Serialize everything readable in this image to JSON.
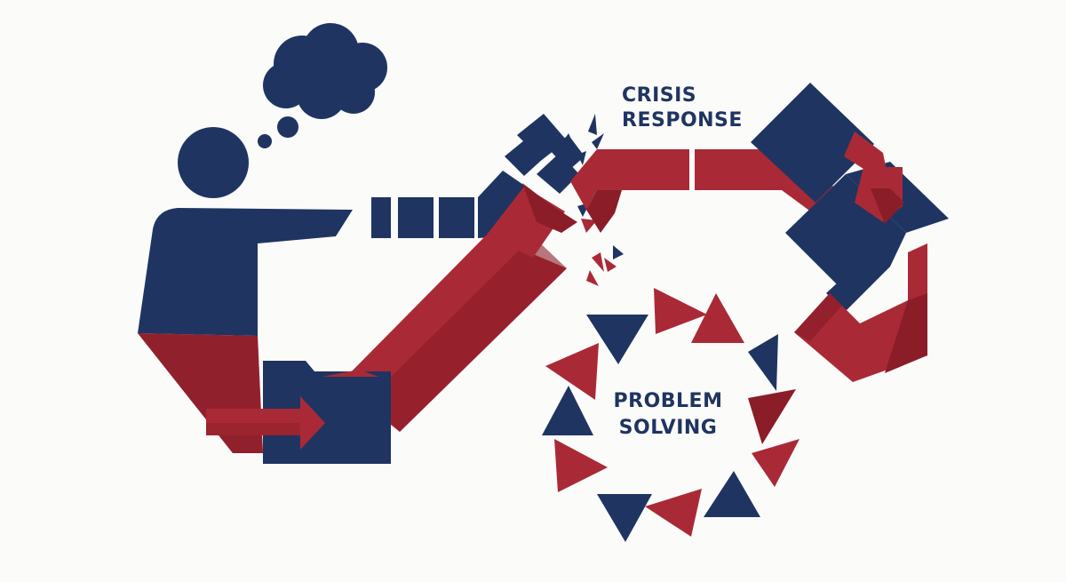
{
  "labels": {
    "crisis_line1": "CRISIS",
    "crisis_line2": "RESPONSE",
    "problem_line1": "PROBLEM",
    "problem_line2": "SOLVING"
  },
  "colors": {
    "navy": "#1f3461",
    "red": "#a92a36",
    "dark_red": "#7b1a24",
    "background": "#fbfbfa"
  },
  "icons": {
    "person": "person-icon",
    "thought": "thought-bubble-icon",
    "folder": "folder-icon",
    "arrow": "arrow-right-icon",
    "break": "break-spark-icon",
    "cycle": "triangle-cycle-icon"
  }
}
